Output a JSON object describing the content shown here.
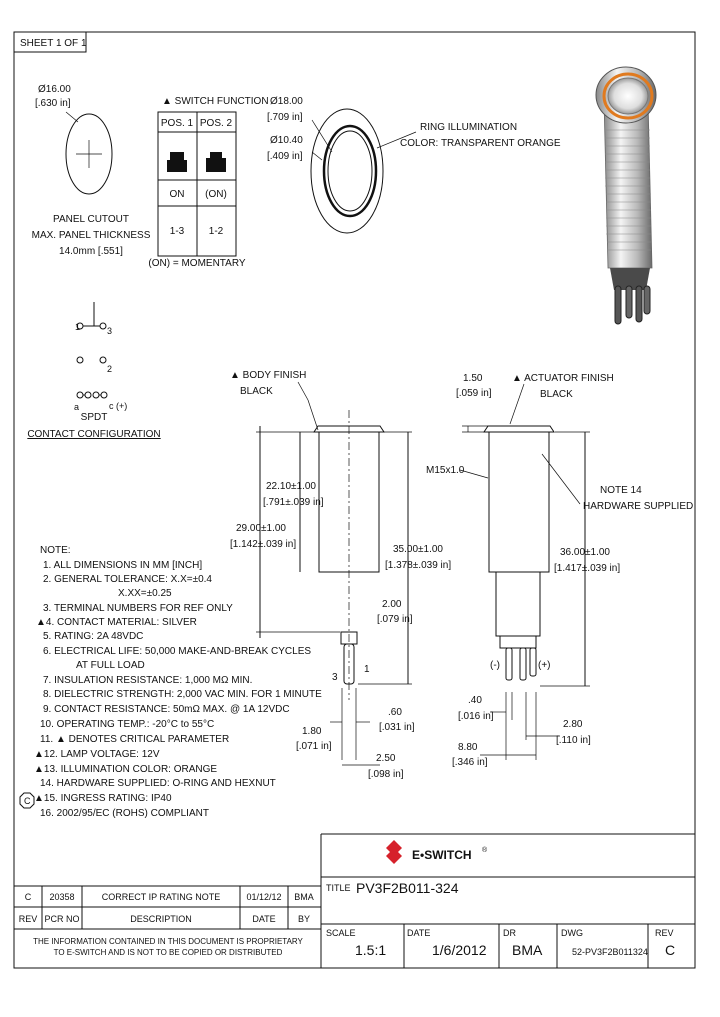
{
  "sheet_label": "SHEET 1 OF 1",
  "panel_cutout": {
    "dia": "Ø16.00",
    "dia_in": "[.630 in]",
    "label1": "PANEL CUTOUT",
    "label2": "MAX. PANEL THICKNESS",
    "label3": "14.0mm [.551]"
  },
  "switch_function": {
    "title": "▲ SWITCH FUNCTION",
    "headers": [
      "POS. 1",
      "POS. 2"
    ],
    "states": [
      "ON",
      "(ON)"
    ],
    "contacts": [
      "1-3",
      "1-2"
    ],
    "note": "(ON) = MOMENTARY"
  },
  "front_view": {
    "dia1": "Ø18.00",
    "dia1_in": "[.709 in]",
    "dia2": "Ø10.40",
    "dia2_in": "[.409 in]",
    "ring_label1": "RING ILLUMINATION",
    "ring_label2": "COLOR: TRANSPARENT ORANGE"
  },
  "contact_config": {
    "pins": [
      "1",
      "3",
      "2",
      "a",
      "c (+)"
    ],
    "label1": "SPDT",
    "label2": "CONTACT CONFIGURATION"
  },
  "side_view_left": {
    "finish1": "▲ BODY FINISH",
    "finish2": "BLACK",
    "d1": "22.10±1.00",
    "d1_in": "[.791±.039 in]",
    "d2": "29.00±1.00",
    "d2_in": "[1.142±.039 in]",
    "d3": "35.00±1.00",
    "d3_in": "[1.378±.039 in]",
    "d4": "2.00",
    "d4_in": "[.079 in]",
    "d5": ".60",
    "d5_in": "[.031 in]",
    "d6": "1.80",
    "d6_in": "[.071 in]",
    "d7": "2.50",
    "d7_in": "[.098 in]",
    "pin_labels": [
      "3",
      "1"
    ]
  },
  "side_view_right": {
    "d1": "1.50",
    "d1_in": "[.059 in]",
    "finish1": "▲ ACTUATOR FINISH",
    "finish2": "BLACK",
    "thread": "M15x1.0",
    "note1": "NOTE 14",
    "note2": "HARDWARE SUPPLIED",
    "d2": "36.00±1.00",
    "d2_in": "[1.417±.039 in]",
    "d3": ".40",
    "d3_in": "[.016 in]",
    "d4": "2.80",
    "d4_in": "[.110 in]",
    "d5": "8.80",
    "d5_in": "[.346 in]",
    "pin_labels": [
      "(-)",
      "(+)"
    ]
  },
  "notes": {
    "heading": "NOTE:",
    "items": [
      "1. ALL DIMENSIONS IN MM [INCH]",
      "2. GENERAL TOLERANCE: X.X=±0.4",
      "X.XX=±0.25",
      "3. TERMINAL NUMBERS FOR REF ONLY",
      "▲4. CONTACT MATERIAL: SILVER",
      "5. RATING: 2A 48VDC",
      "6. ELECTRICAL LIFE: 50,000 MAKE-AND-BREAK CYCLES",
      "AT FULL LOAD",
      "7. INSULATION RESISTANCE: 1,000 MΩ MIN.",
      "8. DIELECTRIC STRENGTH: 2,000 VAC MIN. FOR 1 MINUTE",
      "9. CONTACT RESISTANCE: 50mΩ MAX. @ 1A 12VDC",
      "10. OPERATING TEMP.: -20°C to 55°C",
      "11. ▲ DENOTES CRITICAL PARAMETER",
      "▲12. LAMP VOLTAGE: 12V",
      "▲13. ILLUMINATION COLOR: ORANGE",
      "14. HARDWARE SUPPLIED: O-RING AND HEXNUT",
      "▲15. INGRESS RATING: IP40",
      "16. 2002/95/EC (ROHS) COMPLIANT"
    ],
    "c_badge": "C"
  },
  "logo": {
    "text": "E•SWITCH",
    "reg": "®",
    "color": "#d6212b"
  },
  "title_block": {
    "title_label": "TITLE",
    "title": "PV3F2B011-324",
    "scale_label": "SCALE",
    "scale": "1.5:1",
    "date_label": "DATE",
    "date": "1/6/2012",
    "dr_label": "DR",
    "dr": "BMA",
    "dwg_label": "DWG",
    "dwg": "52-PV3F2B011324",
    "rev_label": "REV",
    "rev": "C"
  },
  "revision_table": {
    "row": {
      "rev": "C",
      "pcr": "20358",
      "desc": "CORRECT IP RATING NOTE",
      "date": "01/12/12",
      "by": "BMA"
    },
    "headers": {
      "rev": "REV",
      "pcr": "PCR NO",
      "desc": "DESCRIPTION",
      "date": "DATE",
      "by": "BY"
    }
  },
  "proprietary": {
    "line1": "THE INFORMATION CONTAINED IN THIS DOCUMENT IS PROPRIETARY",
    "line2": "TO E-SWITCH AND IS NOT TO BE COPIED OR DISTRIBUTED"
  }
}
